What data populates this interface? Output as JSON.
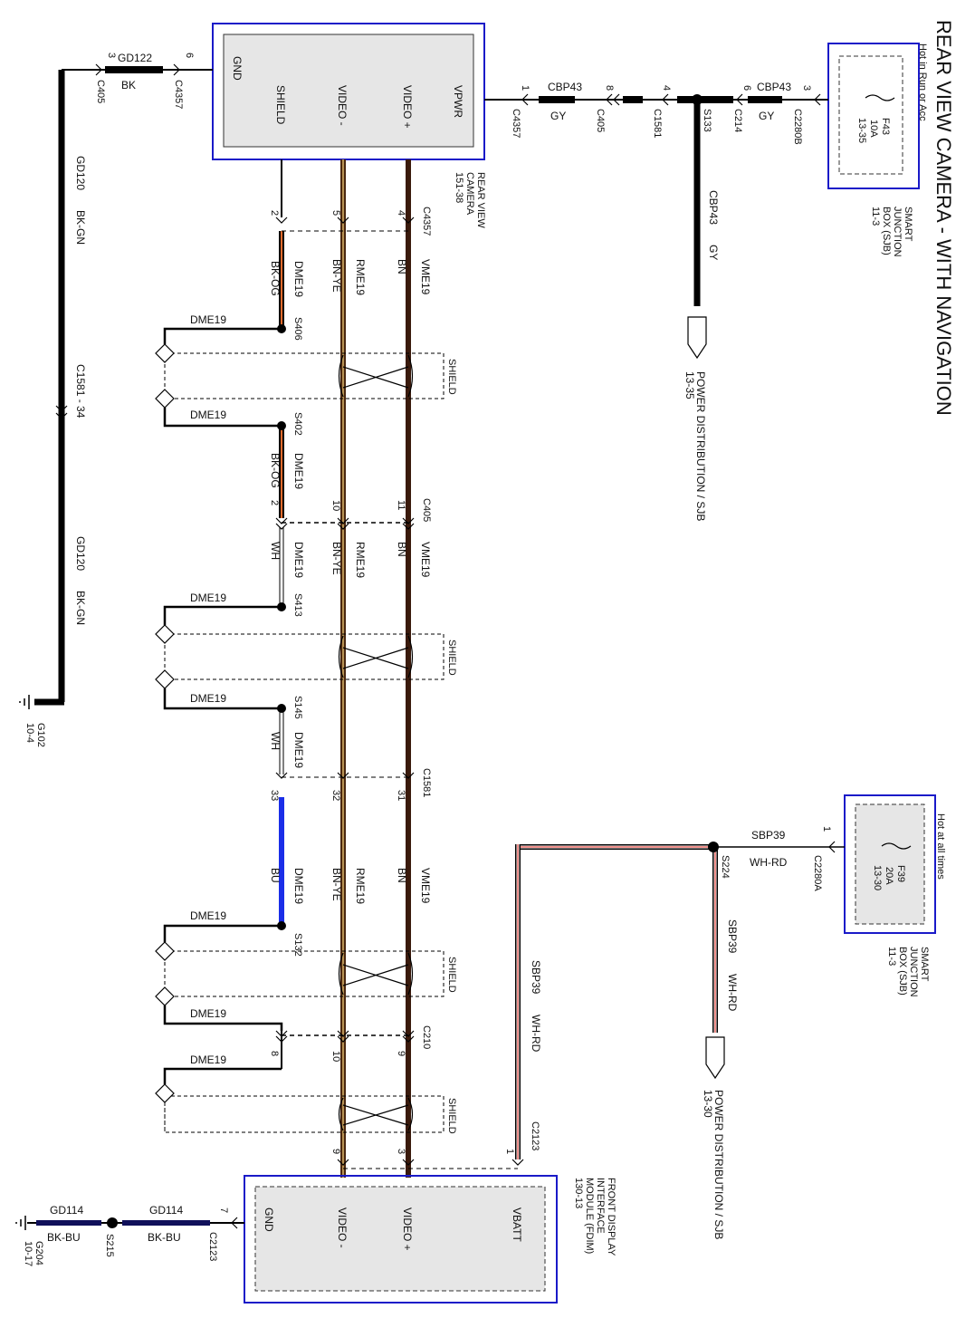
{
  "title": "REAR VIEW CAMERA - WITH NAVIGATION",
  "camera": {
    "pins": [
      "GND",
      "SHIELD",
      "VIDEO -",
      "VIDEO +",
      "VPWR"
    ],
    "name_lines": [
      "REAR VIEW",
      "CAMERA",
      "151-38"
    ]
  },
  "sjb_top": {
    "hot": "Hot in Run or Acc",
    "fuse": [
      "F43",
      "10A",
      "13-35"
    ],
    "name_lines": [
      "SMART",
      "JUNCTION",
      "BOX (SJB)",
      "11-3"
    ]
  },
  "sjb_bottom": {
    "hot": "Hot at all times",
    "fuse": [
      "F39",
      "20A",
      "13-30"
    ],
    "name_lines": [
      "SMART",
      "JUNCTION",
      "BOX (SJB)",
      "11-3"
    ]
  },
  "fdim": {
    "pins": [
      "GND",
      "VIDEO -",
      "VIDEO +",
      "VBATT"
    ],
    "name_lines": [
      "FRONT DISPLAY",
      "INTERFACE",
      "MODULE (FDIM)",
      "130-13"
    ]
  },
  "power_dist_top": [
    "POWER DISTRIBUTION / SJB",
    "13-35"
  ],
  "power_dist_bottom": [
    "POWER DISTRIBUTION / SJB",
    "13-30"
  ],
  "ground_top": {
    "circuit": "GD122",
    "color": "BK",
    "pin_c405": "3",
    "conn_c405": "C405",
    "pin_c4357": "6",
    "conn_c4357": "C4357",
    "run_circuit": "GD120",
    "run_color": "BK-GN",
    "inline": "C1581 - 34",
    "ground": "G102",
    "ground_page": "10-4"
  },
  "power_top": {
    "circuit": "CBP43",
    "color": "GY",
    "pin1": "1",
    "conn1": "C4357",
    "pin8": "8",
    "conn8": "C405",
    "pin4": "4",
    "conn4": "C1581",
    "splice": "S133",
    "pin6": "6",
    "conn6": "C214",
    "pin3": "3",
    "conn3": "C2280B"
  },
  "power_bottom": {
    "circuit": "SBP39",
    "color": "WH-RD",
    "pin1": "1",
    "conn1": "C2280A",
    "splice": "S224",
    "fdim_pin": "1",
    "fdim_conn": "C2123"
  },
  "video": {
    "cam_conn": "C4357",
    "c405": "C405",
    "c1581": "C1581",
    "c210": "C210",
    "pin_top": [
      "2",
      "5",
      "4"
    ],
    "pin_c405": [
      "2",
      "10",
      "11"
    ],
    "pin_c1581": [
      "33",
      "32",
      "31"
    ],
    "pin_c210": [
      "8",
      "10",
      "9"
    ],
    "pin_fdim": [
      "9",
      "3"
    ],
    "vplus_circuit": "VME19",
    "vplus_color": "BN",
    "vminus_circuit": "RME19",
    "vminus_color": "BN-YE",
    "drain_circuit": "DME19",
    "drain_colors": [
      "BK-OG",
      "BK-OG",
      "WH",
      "WH",
      "BU"
    ],
    "splices": [
      "S406",
      "S402",
      "S413",
      "S145",
      "S132"
    ],
    "shield": "SHIELD"
  },
  "ground_bottom": {
    "circuit": "GD114",
    "color": "BK-BU",
    "pin": "7",
    "conn": "C2123",
    "splice": "S215",
    "ground": "G204",
    "ground_page": "10-17"
  }
}
